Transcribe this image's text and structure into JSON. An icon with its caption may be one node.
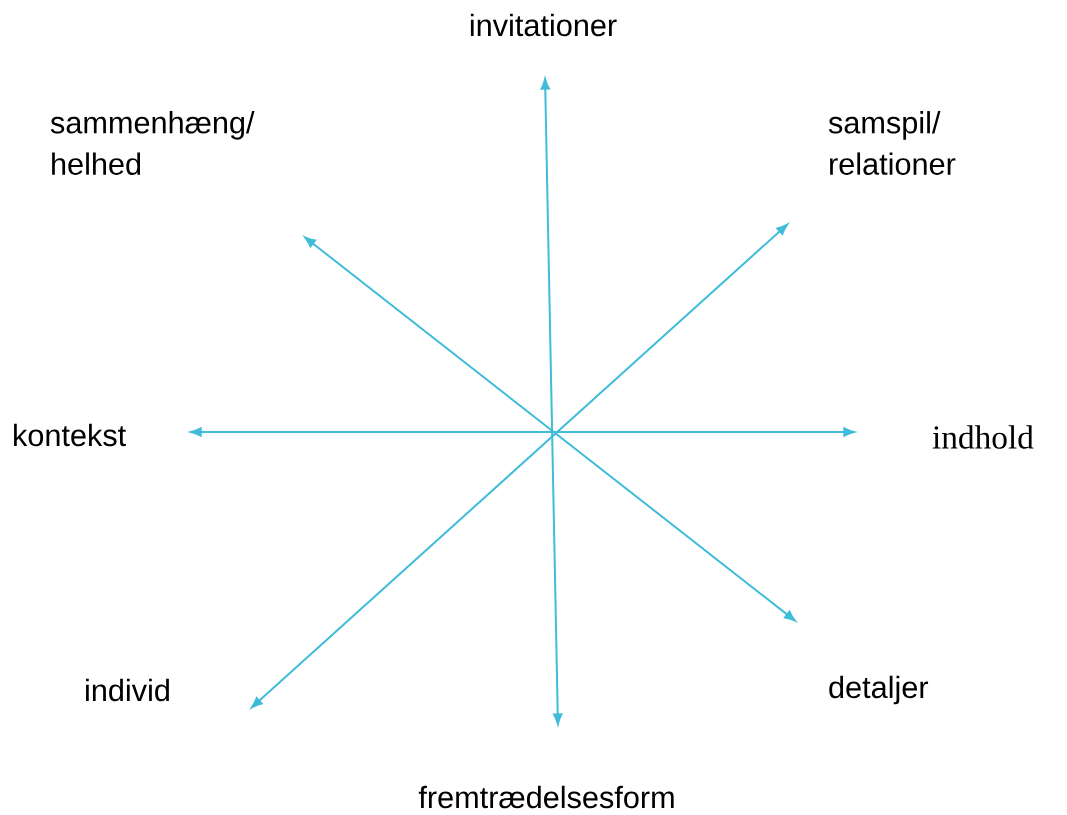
{
  "diagram": {
    "nodes": [
      {
        "text": [
          "invitationer"
        ]
      },
      {
        "text": [
          "sammenhæng/ helhed"
        ]
      },
      {
        "text": [
          "samspil/ relationer"
        ]
      },
      {
        "text": [
          "kontekst"
        ]
      },
      {
        "text": [
          "indhold"
        ]
      },
      {
        "text": [
          "individ"
        ]
      },
      {
        "text": [
          "detaljer"
        ]
      },
      {
        "text": [
          "fremtrædelsesform"
        ]
      }
    ],
    "edges": [
      {
        "from": 0,
        "to": 7,
        "arrow": "both"
      },
      {
        "from": 1,
        "to": 6,
        "arrow": "both"
      },
      {
        "from": 2,
        "to": 5,
        "arrow": "both"
      },
      {
        "from": 3,
        "to": 4,
        "arrow": "both"
      }
    ]
  }
}
